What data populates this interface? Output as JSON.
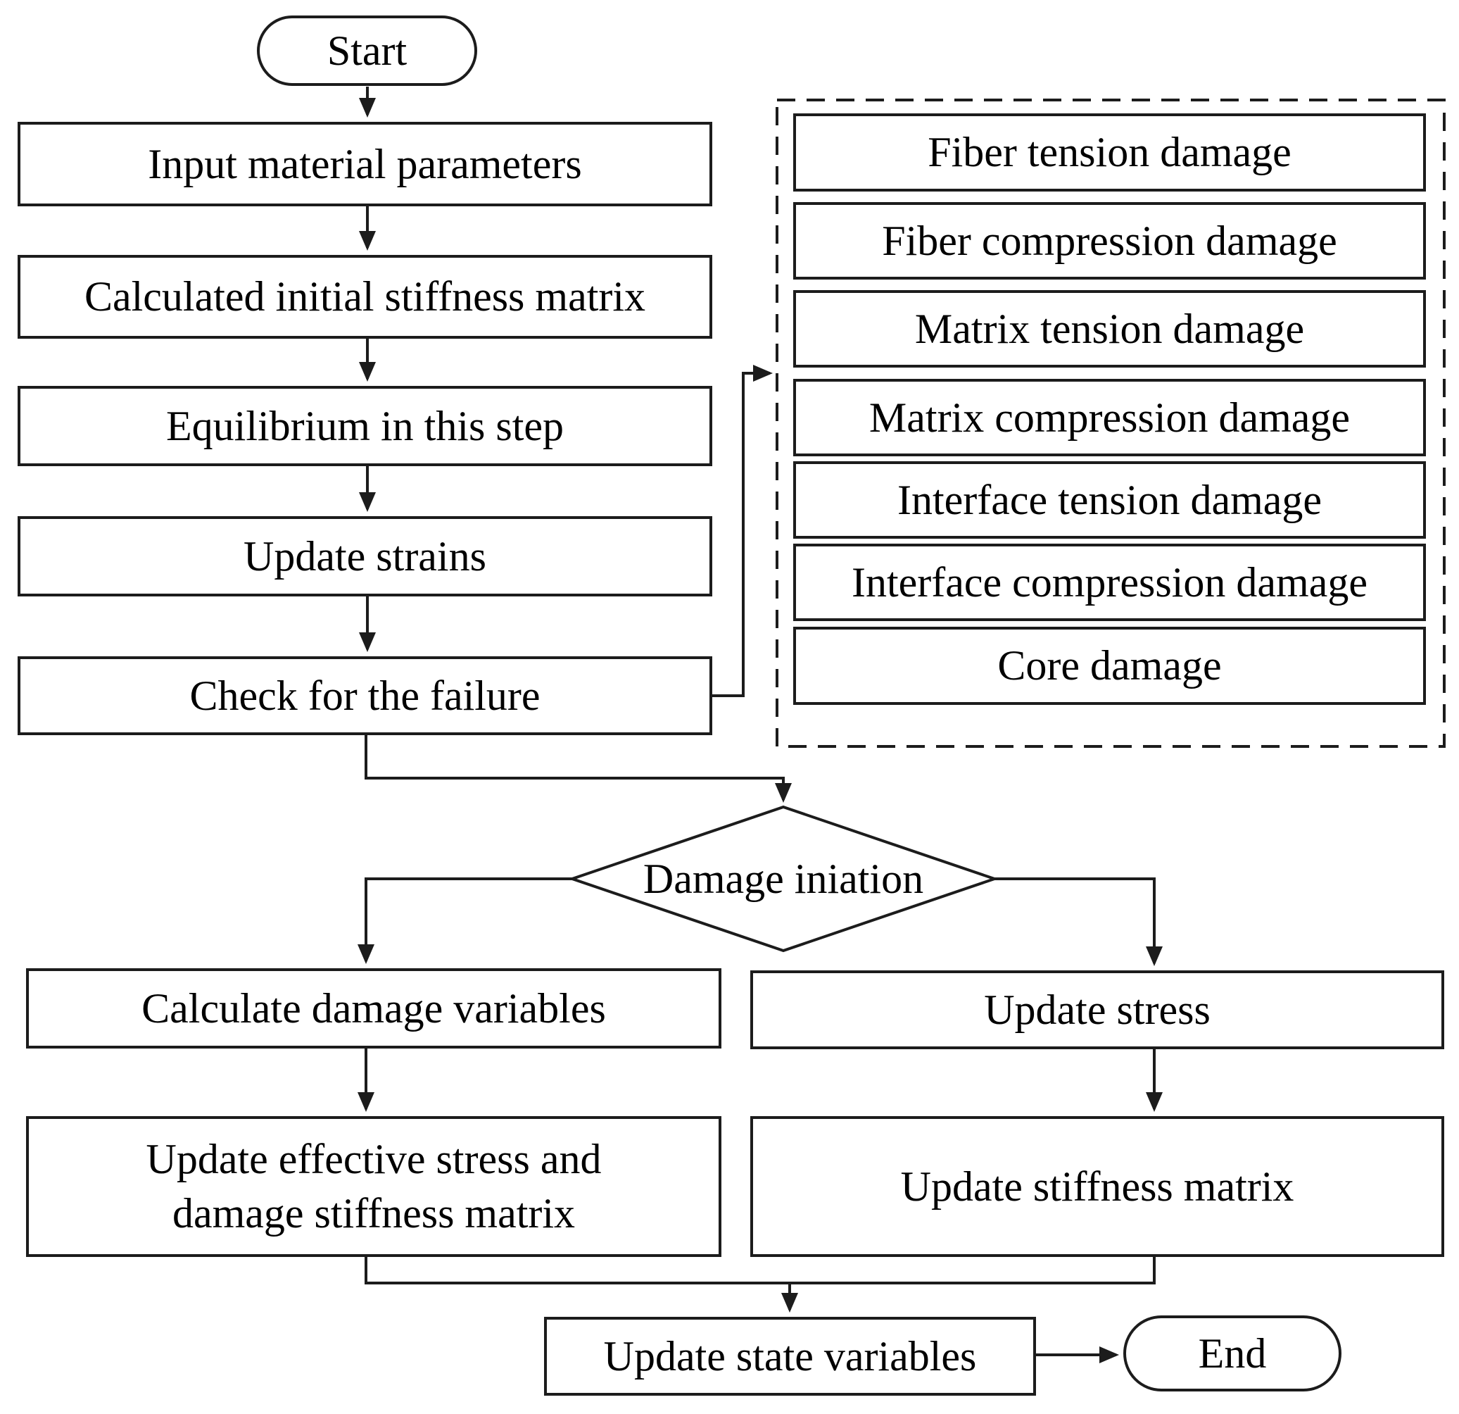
{
  "diagram": {
    "start_label": "Start",
    "end_label": "End",
    "main_flow": [
      "Input material parameters",
      "Calculated initial stiffness matrix",
      "Equilibrium in this step",
      "Update strains",
      "Check for the failure"
    ],
    "damage_modes": [
      "Fiber tension damage",
      "Fiber compression damage",
      "Matrix tension damage",
      "Matrix compression damage",
      "Interface tension damage",
      "Interface compression damage",
      "Core damage"
    ],
    "decision_label": "Damage iniation",
    "left_branch": [
      "Calculate damage variables",
      "Update effective stress and damage stiffness matrix"
    ],
    "right_branch": [
      "Update stress",
      "Update stiffness matrix"
    ],
    "final_step": "Update state variables",
    "colors": {
      "stroke": "#1c1c1c",
      "background": "#ffffff",
      "text": "#000000"
    }
  }
}
